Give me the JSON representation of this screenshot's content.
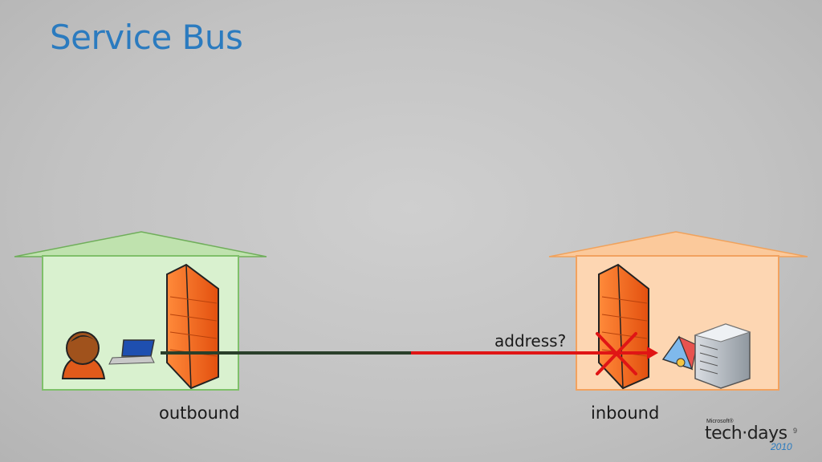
{
  "slide": {
    "title": "Service Bus",
    "page_number": "9"
  },
  "diagram": {
    "left_house_label": "outbound",
    "right_house_label": "inbound",
    "connection_label": "address?",
    "colors": {
      "left_house_fill": "#d7f0cc",
      "left_house_stroke": "#7fc06a",
      "right_house_fill": "#fcd2ad",
      "right_house_stroke": "#f2a25f",
      "firewall": "#f26a1b",
      "outbound_line": "#243b24",
      "inbound_line": "#e01515",
      "blocked_x": "#e01515",
      "title": "#2b7bbf"
    },
    "icons": [
      "user-icon",
      "laptop-icon",
      "firewall-icon",
      "server-icon",
      "service-icon",
      "blocked-x-icon",
      "arrow-icon"
    ]
  },
  "brand": {
    "company": "Microsoft®",
    "event": "tech·days",
    "year": "2010"
  }
}
